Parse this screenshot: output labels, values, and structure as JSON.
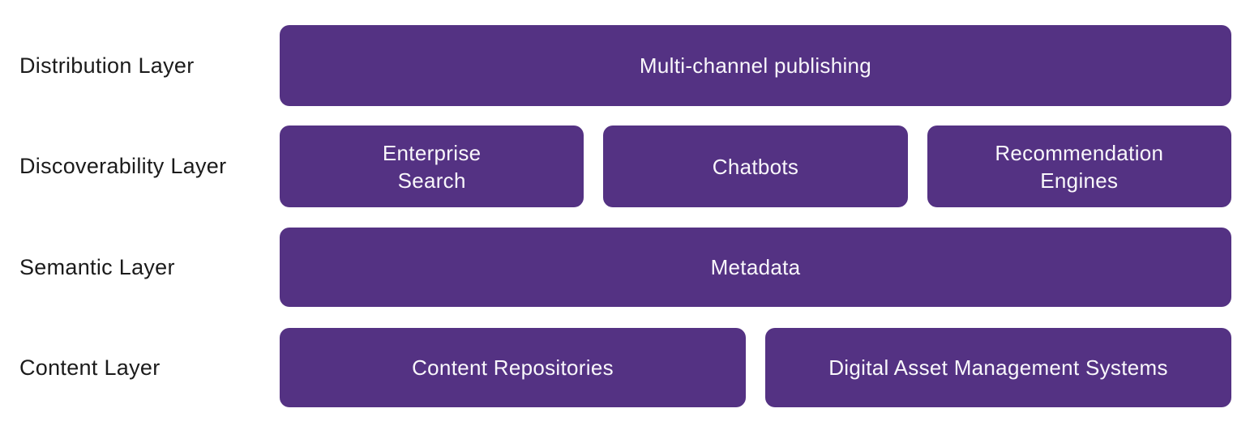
{
  "colors": {
    "box_background": "#543283",
    "box_text": "#f9f7fb",
    "label_text": "#1b1b1b",
    "page_background": "#ffffff"
  },
  "diagram": {
    "rows": [
      {
        "label": "Distribution Layer",
        "boxes": [
          {
            "text": "Multi-channel publishing"
          }
        ]
      },
      {
        "label": "Discoverability Layer",
        "boxes": [
          {
            "text": "Enterprise\nSearch"
          },
          {
            "text": "Chatbots"
          },
          {
            "text": "Recommendation\nEngines"
          }
        ]
      },
      {
        "label": "Semantic Layer",
        "boxes": [
          {
            "text": "Metadata"
          }
        ]
      },
      {
        "label": "Content Layer",
        "boxes": [
          {
            "text": "Content Repositories"
          },
          {
            "text": "Digital Asset Management Systems"
          }
        ]
      }
    ]
  }
}
